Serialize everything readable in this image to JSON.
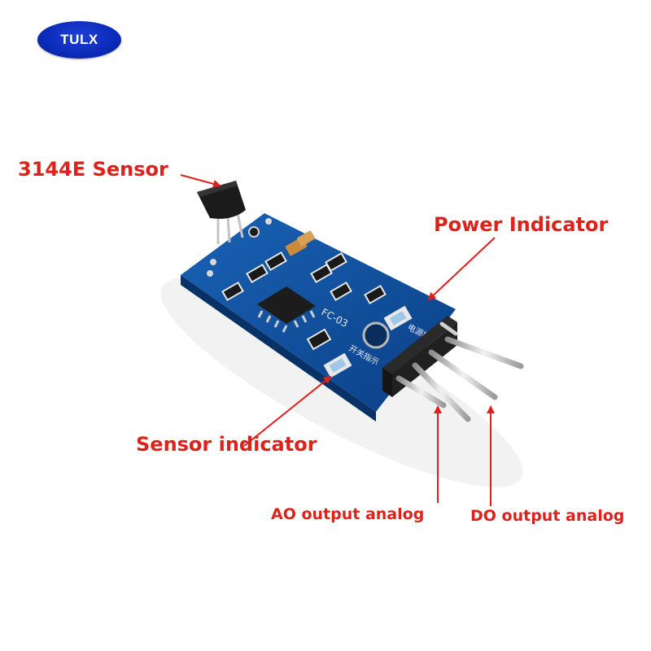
{
  "logo": {
    "text": "TULX",
    "color": "#0a2bb8"
  },
  "labels": {
    "sensor": "3144E Sensor",
    "power_indicator": "Power Indicator",
    "sensor_indicator": "Sensor indicator",
    "ao_output": "AO output analog",
    "do_output": "DO output analog"
  },
  "board": {
    "silkscreen": "FC-03",
    "power_cn": "电源指示",
    "switch_cn": "开关指示",
    "color": "#0d4f9e"
  },
  "colors": {
    "annotation": "#e0201a"
  }
}
